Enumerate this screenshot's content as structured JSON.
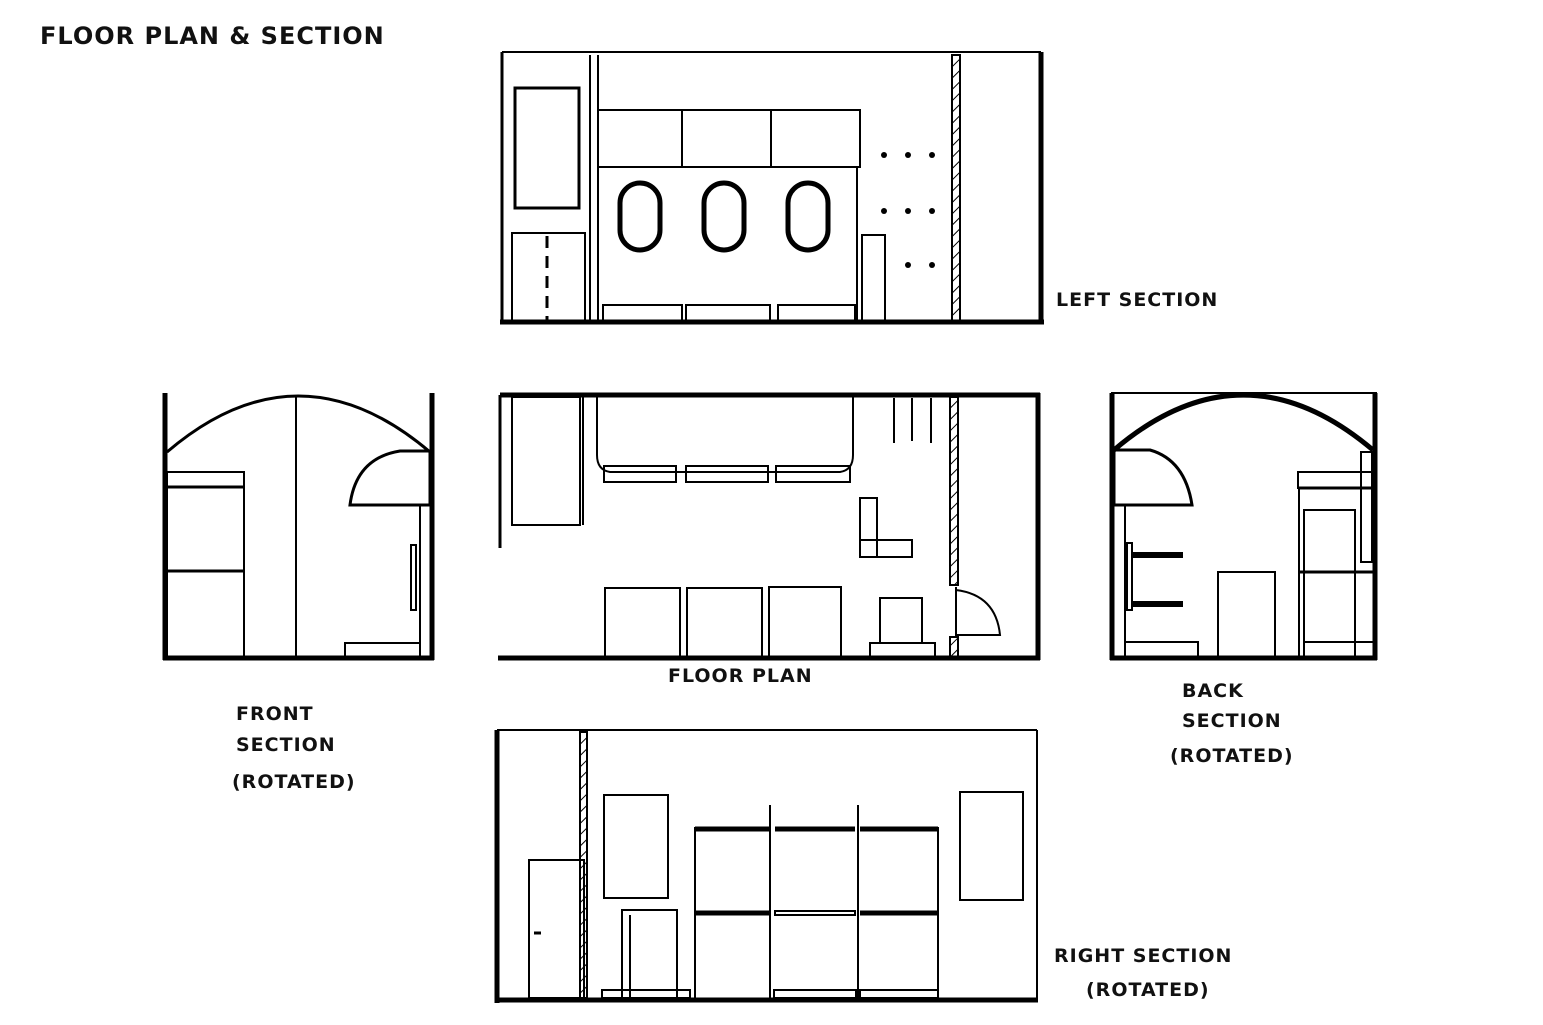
{
  "title": "FLOOR PLAN & SECTION",
  "labels": {
    "left_section": "LEFT SECTION",
    "floor_plan": "FLOOR PLAN",
    "front_section_1": "FRONT",
    "front_section_2": "SECTION",
    "front_section_3": "(ROTATED)",
    "back_section_1": "BACK",
    "back_section_2": "SECTION",
    "back_section_3": "(ROTATED)",
    "right_section_1": "RIGHT SECTION",
    "right_section_2": "(ROTATED)"
  },
  "colors": {
    "ink": "#000000",
    "paper": "#ffffff"
  }
}
